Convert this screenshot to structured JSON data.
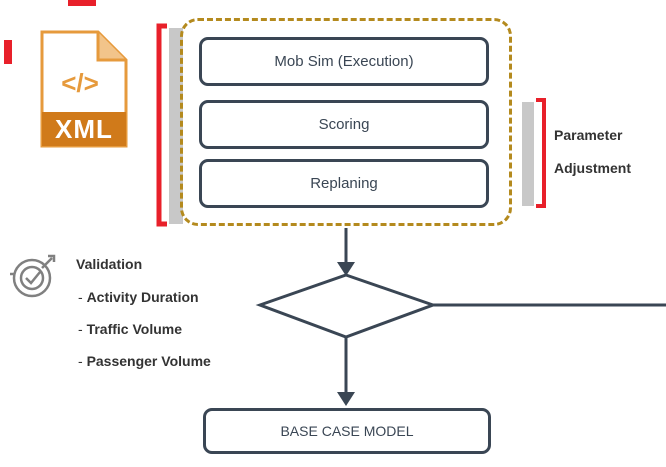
{
  "file_icon": {
    "label": "XML",
    "symbol": "</>"
  },
  "loop_stages": [
    {
      "label": "Mob Sim (Execution)"
    },
    {
      "label": "Scoring"
    },
    {
      "label": "Replaning"
    }
  ],
  "parameter_adjustment": {
    "line1": "Parameter",
    "line2": "Adjustment"
  },
  "validation": {
    "title": "Validation",
    "items": [
      "Activity Duration",
      "Traffic Volume",
      "Passenger Volume"
    ],
    "bullet": "- "
  },
  "output_box": {
    "label": "BASE CASE MODEL"
  },
  "colors": {
    "box_border": "#3a4654",
    "dashed_border": "#b48a1e",
    "bracket": "#e8202a",
    "bracket_bar": "#c8c8c8",
    "connector": "#3a4654",
    "xml_orange": "#e69a3c",
    "xml_dark": "#d07a1a"
  }
}
